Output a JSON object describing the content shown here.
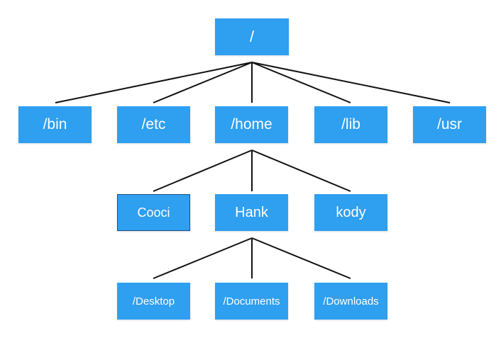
{
  "tree": {
    "root": {
      "label": "/"
    },
    "level1": [
      {
        "label": "/bin"
      },
      {
        "label": "/etc"
      },
      {
        "label": "/home"
      },
      {
        "label": "/lib"
      },
      {
        "label": "/usr"
      }
    ],
    "home_children": [
      {
        "label": "Cooci"
      },
      {
        "label": "Hank"
      },
      {
        "label": "kody"
      }
    ],
    "hank_children": [
      {
        "label": "/Desktop"
      },
      {
        "label": "/Documents"
      },
      {
        "label": "/Downloads"
      }
    ]
  },
  "colors": {
    "node_fill": "#2f9ff0",
    "node_text": "#ffffff",
    "edge": "#111111",
    "selected_border": "#1c4f86"
  }
}
